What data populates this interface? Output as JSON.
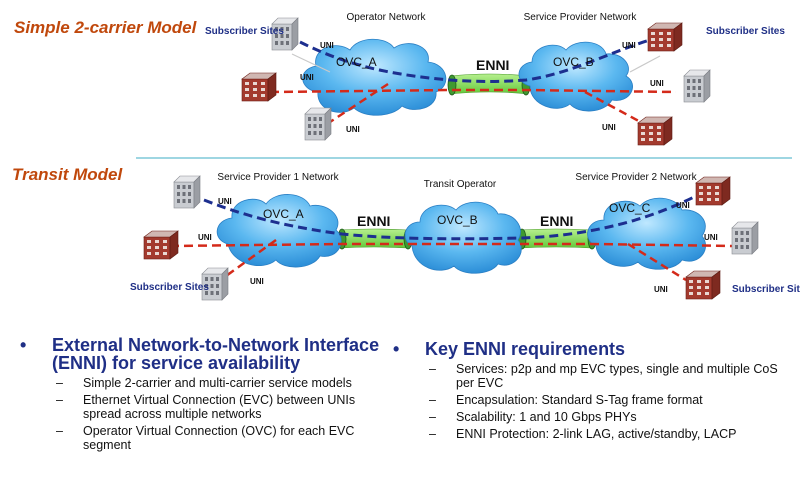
{
  "titles": {
    "simple": "Simple 2-carrier Model",
    "transit": "Transit Model"
  },
  "top": {
    "operator_network": "Operator Network",
    "service_provider_network": "Service Provider Network",
    "subscriber_sites": "Subscriber Sites",
    "ovc_a": "OVC_A",
    "ovc_b": "OVC_B",
    "enni": "ENNI",
    "uni": "UNI"
  },
  "transit": {
    "sp1_network": "Service Provider 1 Network",
    "transit_operator": "Transit Operator",
    "sp2_network": "Service Provider 2 Network",
    "subscriber_sites": "Subscriber Sites",
    "ovc_a": "OVC_A",
    "ovc_b": "OVC_B",
    "ovc_c": "OVC_C",
    "enni": "ENNI",
    "uni": "UNI"
  },
  "left_column": {
    "heading": "External Network-to-Network Interface (ENNI) for service availability",
    "items": [
      "Simple 2-carrier and multi-carrier service models",
      "Ethernet Virtual Connection (EVC) between UNIs spread across multiple networks",
      "Operator Virtual Connection (OVC) for each EVC segment"
    ]
  },
  "right_column": {
    "heading": "Key ENNI requirements",
    "items": [
      "Services:  p2p and mp EVC types, single and multiple CoS per EVC",
      "Encapsulation:  Standard S-Tag frame format",
      "Scalability: 1 and 10 Gbps PHYs",
      "ENNI Protection: 2-link LAG, active/standby, LACP"
    ]
  },
  "colors": {
    "title": "#c0480c",
    "bullet": "#1f2f86",
    "cloud": "#5bb8f0",
    "evc_blue": "#1d2f8f",
    "evc_red": "#d42a1a",
    "enni_link": "#7fdc4c",
    "separator": "#7fc8d8"
  },
  "icons": [
    "building-icon",
    "cloud-icon",
    "enni-connector-icon"
  ]
}
